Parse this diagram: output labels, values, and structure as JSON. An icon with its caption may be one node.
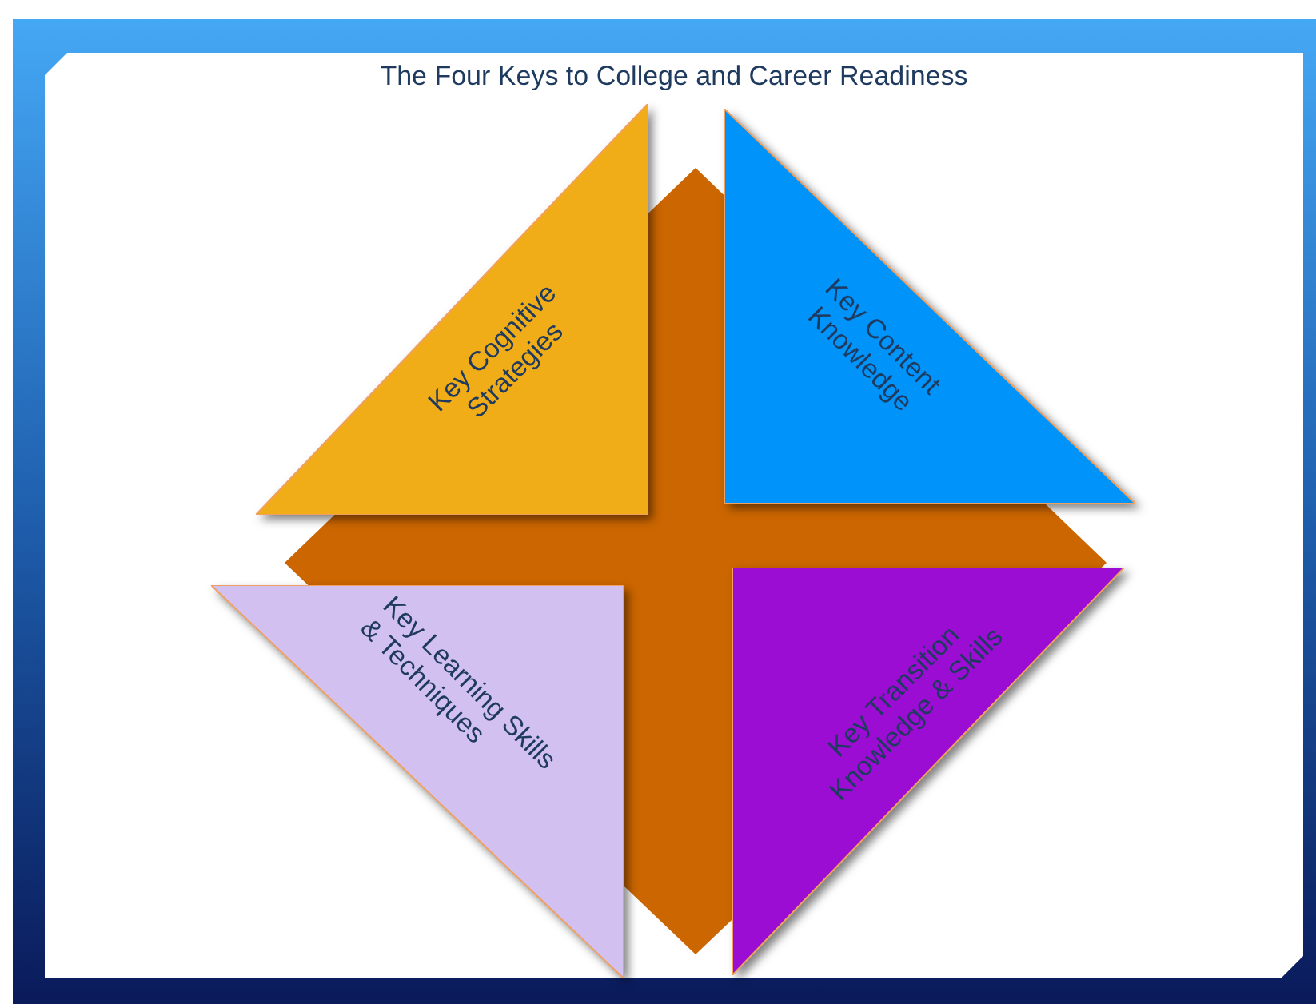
{
  "diagram": {
    "title": "The Four Keys to College and Career Readiness",
    "nodes": [
      {
        "text": [
          "Key Cognitive Strategies"
        ]
      },
      {
        "text": [
          "Key Content Knowledge"
        ]
      },
      {
        "text": [
          "Key Learning Skills & Techniques"
        ]
      },
      {
        "text": [
          "Key Transition Knowledge & Skills"
        ]
      }
    ]
  }
}
